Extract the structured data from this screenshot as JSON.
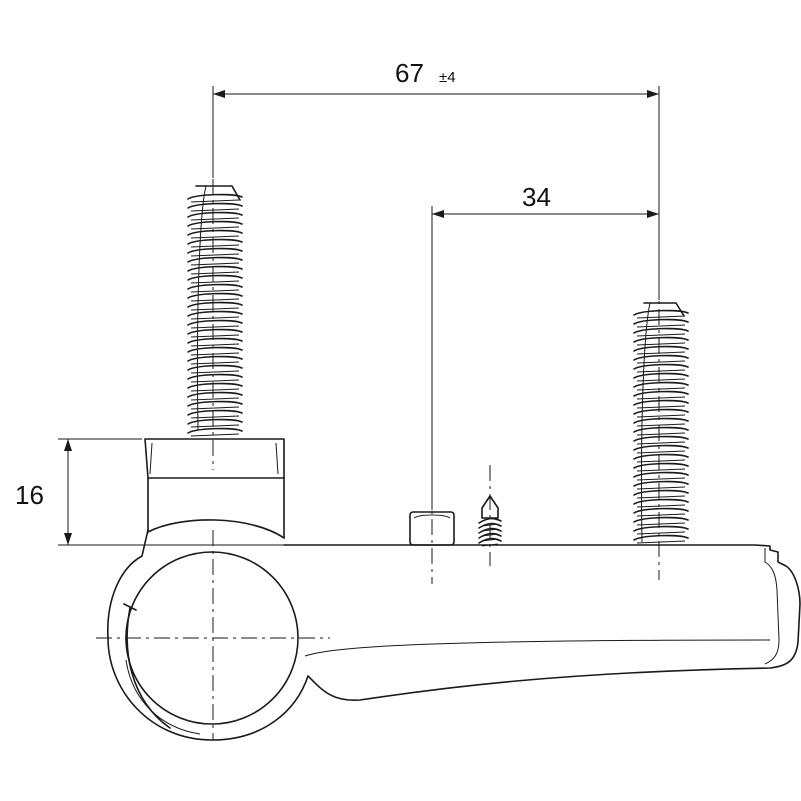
{
  "dimensions": {
    "center_distance": {
      "value": "67",
      "tolerance": "±4"
    },
    "offset": {
      "value": "34"
    },
    "height": {
      "value": "16"
    }
  },
  "colors": {
    "ink": "#1a1a1a",
    "background": "#ffffff"
  }
}
